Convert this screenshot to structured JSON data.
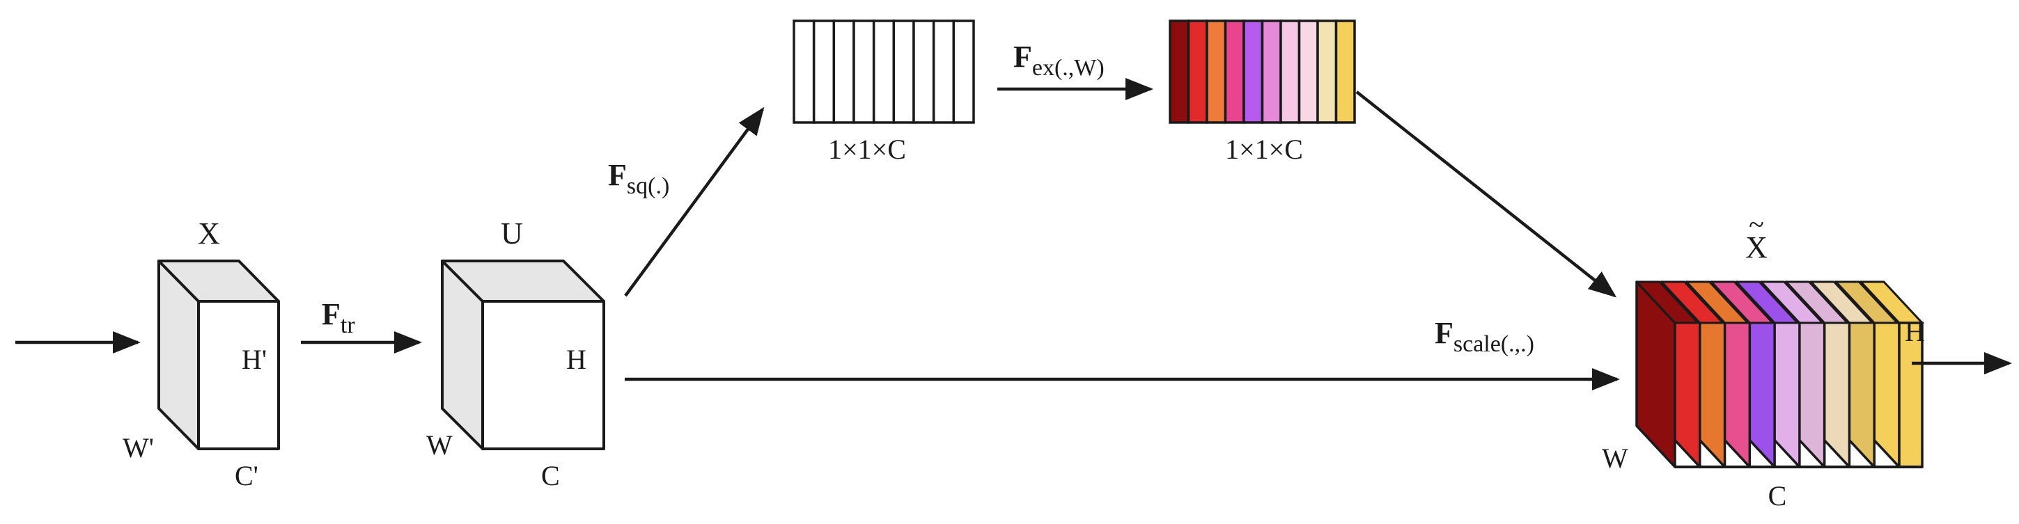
{
  "input_cube": {
    "top_label": "X",
    "height_label": "H'",
    "width_label": "W'",
    "channel_label": "C'"
  },
  "transform_label": {
    "main": "F",
    "sub": "tr"
  },
  "mid_cube": {
    "top_label": "U",
    "height_label": "H",
    "width_label": "W",
    "channel_label": "C"
  },
  "squeeze_label": {
    "main": "F",
    "sub": "sq(.)"
  },
  "squeeze_vector": {
    "label": "1×1×C",
    "cell_count": 9
  },
  "excite_label": {
    "main": "F",
    "sub": "ex(.,W)"
  },
  "excite_vector": {
    "label": "1×1×C",
    "colors": [
      "#8b0d0d",
      "#e32a2a",
      "#ef7b3b",
      "#e9448e",
      "#b75af0",
      "#e58ad8",
      "#f7c8e6",
      "#f8d8e4",
      "#f3e3b2",
      "#f4cf59"
    ]
  },
  "scale_label": {
    "main": "F",
    "sub": "scale(.,.)"
  },
  "output_cube": {
    "top_label": "X",
    "top_accent": "~",
    "height_label": "H",
    "width_label": "W",
    "channel_label": "C",
    "colors": [
      "#8b0d0d",
      "#e32a2a",
      "#e6772e",
      "#e6508e",
      "#9c52ea",
      "#e2b0e8",
      "#ddb5d8",
      "#ecd9b8",
      "#e2c060",
      "#f4cf59"
    ]
  }
}
